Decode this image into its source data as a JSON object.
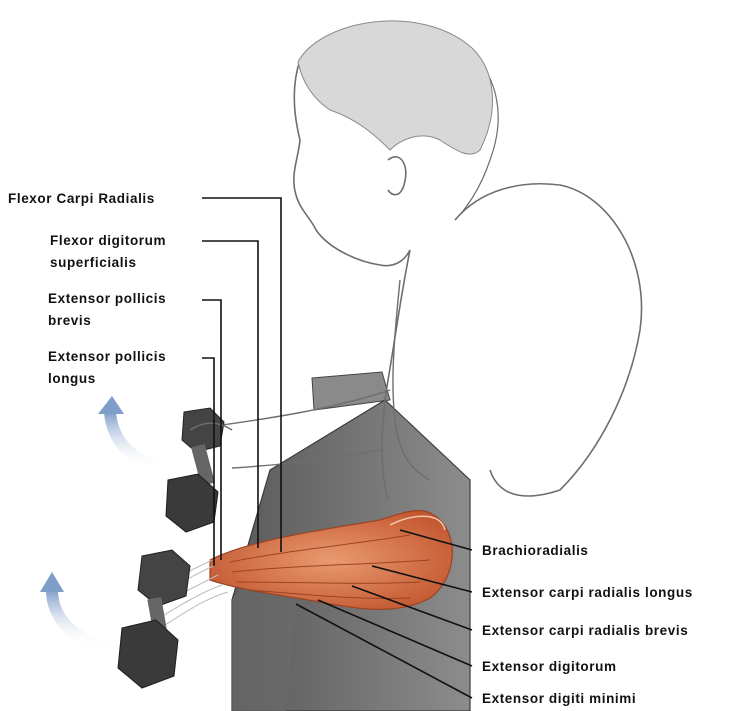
{
  "labels_left": [
    {
      "id": "fcr",
      "lines": [
        "Flexor Carpi Radialis"
      ]
    },
    {
      "id": "fds",
      "lines": [
        "Flexor digitorum",
        "superficialis"
      ]
    },
    {
      "id": "epb",
      "lines": [
        "Extensor pollicis",
        "brevis"
      ]
    },
    {
      "id": "epl",
      "lines": [
        "Extensor pollicis",
        "longus"
      ]
    }
  ],
  "labels_right": [
    {
      "id": "br",
      "text": "Brachioradialis"
    },
    {
      "id": "ecrl",
      "text": "Extensor carpi radialis longus"
    },
    {
      "id": "ecrb",
      "text": "Extensor carpi radialis brevis"
    },
    {
      "id": "ed",
      "text": "Extensor digitorum"
    },
    {
      "id": "edm",
      "text": "Extensor digiti minimi"
    }
  ],
  "colors": {
    "muscle": "#d9774f",
    "muscle_dark": "#b9512e",
    "skin_outline": "#6e6e6e",
    "bench": "#7a7a7a",
    "bench_dark": "#4a4a4a",
    "dumbbell": "#3d3d3d",
    "arrow": "#8fa9cf"
  }
}
